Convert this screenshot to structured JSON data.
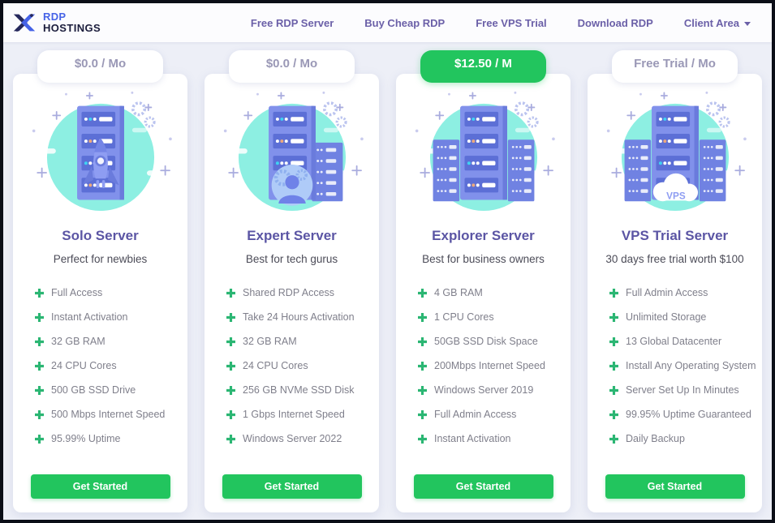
{
  "header": {
    "logo": {
      "line1": "RDP",
      "line2": "HOSTINGS"
    },
    "nav_items": [
      {
        "label": "Free RDP Server",
        "has_dropdown": false
      },
      {
        "label": "Buy Cheap RDP",
        "has_dropdown": false
      },
      {
        "label": "Free VPS Trial",
        "has_dropdown": false
      },
      {
        "label": "Download RDP",
        "has_dropdown": false
      },
      {
        "label": "Client Area",
        "has_dropdown": true
      }
    ]
  },
  "icons": {
    "logo_mark": "x-mark-icon",
    "client_area_caret": "chevron-down-icon",
    "feature_bullet": "plus-icon",
    "illustration_theme": "server-rack"
  },
  "colors": {
    "accent_green": "#22c55e",
    "brand_blue": "#4663e7",
    "brand_navy": "#1b1d3c",
    "heading_purple": "#5b55a4",
    "nav_purple": "#6b60a8",
    "page_background": "#edeff7",
    "price_tab_text": "#9a98b6",
    "feature_text": "#7f7f8b",
    "illustration_teal": "#8defe2"
  },
  "plans": [
    {
      "price": "$0.0 / Mo",
      "price_highlight": false,
      "name": "Solo Server",
      "tagline": "Perfect for newbies",
      "illustration": "server-rocket",
      "features": [
        "Full Access",
        "Instant Activation",
        "32 GB RAM",
        "24 CPU Cores",
        "500 GB SSD Drive",
        "500 Mbps Internet Speed",
        "95.99% Uptime"
      ],
      "cta": "Get Started"
    },
    {
      "price": "$0.0 / Mo",
      "price_highlight": false,
      "name": "Expert Server",
      "tagline": "Best for tech gurus",
      "illustration": "server-person",
      "features": [
        "Shared RDP Access",
        "Take 24 Hours Activation",
        "32 GB RAM",
        "24 CPU Cores",
        "256 GB NVMe SSD Disk",
        "1 Gbps Internet Speed",
        "Windows Server 2022"
      ],
      "cta": "Get Started"
    },
    {
      "price": "$12.50 / M",
      "price_highlight": true,
      "name": "Explorer Server",
      "tagline": "Best for business owners",
      "illustration": "server-multi",
      "features": [
        "4 GB RAM",
        "1 CPU Cores",
        "50GB SSD Disk Space",
        "200Mbps Internet Speed",
        "Windows Server 2019",
        "Full Admin Access",
        "Instant Activation"
      ],
      "cta": "Get Started"
    },
    {
      "price": "Free Trial / Mo",
      "price_highlight": false,
      "name": "VPS Trial Server",
      "tagline": "30 days free trial worth $100",
      "illustration": "server-cloud",
      "illustration_label": "VPS",
      "features": [
        "Full Admin Access",
        "Unlimited Storage",
        "13 Global Datacenter",
        "Install Any Operating System",
        "Server Set Up In Minutes",
        "99.95% Uptime Guaranteed",
        "Daily Backup"
      ],
      "cta": "Get Started"
    }
  ]
}
